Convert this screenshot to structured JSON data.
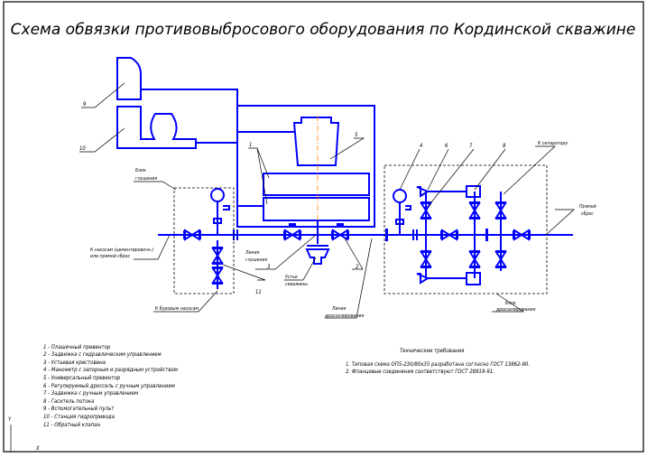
{
  "title": "Схема обвязки противовыбросового оборудования по Кординской скважине",
  "colors": {
    "piping": "#0000ff",
    "centerline": "#ff8000",
    "annotation": "#000000"
  },
  "callouts": [
    "1",
    "2",
    "3",
    "4",
    "5",
    "6",
    "7",
    "8",
    "9",
    "10",
    "11"
  ],
  "labels": {
    "kill_block": [
      "Блок",
      "глушения"
    ],
    "kill_line": [
      "Линия",
      "глушения"
    ],
    "choke_line": [
      "Линия",
      "дросселирования"
    ],
    "choke_block": [
      "Блок",
      "дросселирования"
    ],
    "wellhead": [
      "Устье",
      "скважины"
    ],
    "to_pumps": [
      "К насосам (цементировочн.)",
      "или прямой сброс"
    ],
    "to_mud_pumps": "К буровым насосам",
    "to_separator": "К сепаратору",
    "direct_discharge": [
      "Прямой",
      "сброс"
    ]
  },
  "legend": [
    "1 - Плашечный превентор",
    "2 - Задвижка с гидравлическим управлением",
    "3 - Устьевая крестовина",
    "4 - Манометр с запорным и разрядным устройством",
    "5 - Универсальный превентор",
    "6 - Регулируемый дроссель с ручным управлением",
    "7 - Задвижка с ручным управлением",
    "8 - Гаситель потока",
    "9 - Вспомогательный пульт",
    "10 - Станция гидропривода",
    "11 - Обратный клапан"
  ],
  "tech": {
    "heading": "Технические требования",
    "items": [
      "1. Типовая схема ОП5-230/80х35 разработана согласно ГОСТ 13862-90.",
      "2. Фланцевые соединения соответствуют ГОСТ 28919-91."
    ]
  },
  "axis_marks": {
    "y": "Y",
    "x": "X"
  }
}
